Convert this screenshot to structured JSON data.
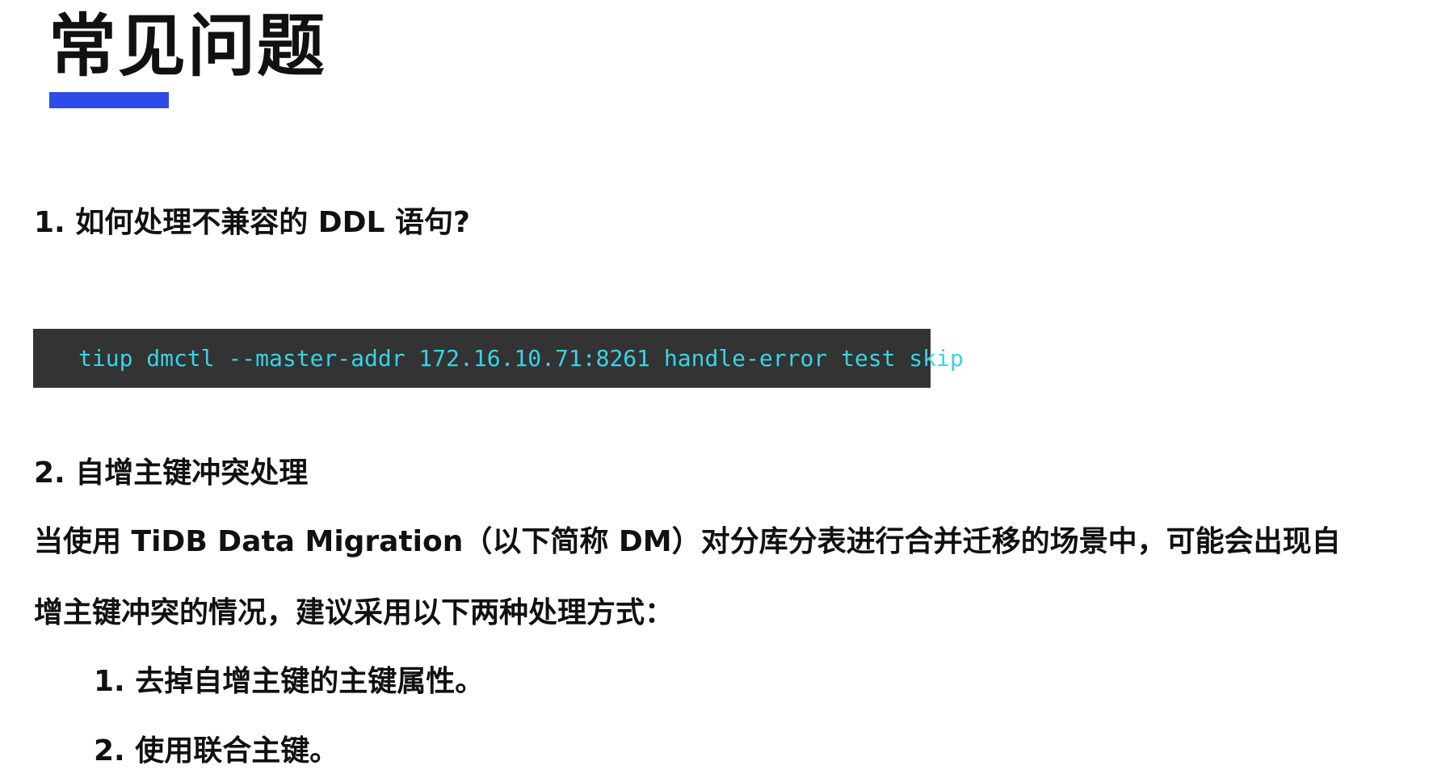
{
  "title": "常见问题",
  "colors": {
    "accent": "#2e4ae8",
    "code_bg": "#333333",
    "code_fg": "#37d4e8"
  },
  "q1": {
    "heading": "1. 如何处理不兼容的 DDL 语句?",
    "code": "tiup dmctl --master-addr 172.16.10.71:8261 handle-error test skip"
  },
  "q2": {
    "heading": "2. 自增主键冲突处理",
    "para_line1": "当使用 TiDB Data Migration（以下简称 DM）对分库分表进行合并迁移的场景中，可能会出现自",
    "para_line2": "增主键冲突的情况，建议采用以下两种处理方式：",
    "options": [
      "1. 去掉自增主键的主键属性。",
      "2. 使用联合主键。"
    ]
  }
}
